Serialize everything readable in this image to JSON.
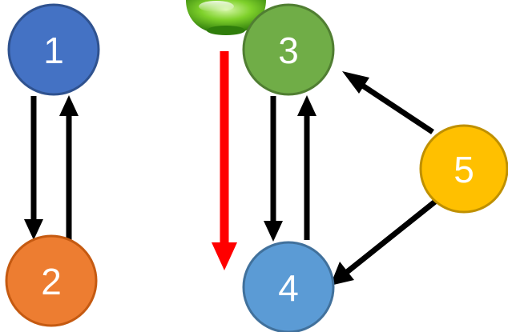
{
  "nodes": [
    {
      "id": "1",
      "label": "1",
      "color": "#4472C4"
    },
    {
      "id": "2",
      "label": "2",
      "color": "#ED7D31"
    },
    {
      "id": "3",
      "label": "3",
      "color": "#70AD47"
    },
    {
      "id": "4",
      "label": "4",
      "color": "#5B9BD5"
    },
    {
      "id": "5",
      "label": "5",
      "color": "#FFC000"
    }
  ],
  "edges": [
    {
      "from": "1",
      "to": "2",
      "color": "#000000"
    },
    {
      "from": "2",
      "to": "1",
      "color": "#000000"
    },
    {
      "from": "3",
      "to": "4",
      "color": "#000000"
    },
    {
      "from": "4",
      "to": "3",
      "color": "#000000"
    },
    {
      "from": "5",
      "to": "3",
      "color": "#000000"
    },
    {
      "from": "5",
      "to": "4",
      "color": "#000000"
    }
  ],
  "indicator": {
    "icon": "green-cursor-orb-icon",
    "arrow_color": "#FF0000"
  }
}
